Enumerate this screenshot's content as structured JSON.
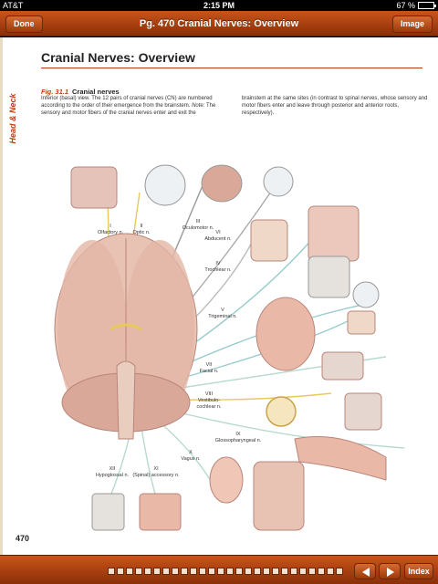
{
  "status": {
    "carrier": "AT&T",
    "time": "2:15 PM",
    "battery": "67 %",
    "battery_level": 0.67
  },
  "topbar": {
    "done_label": "Done",
    "title": "Pg. 470 Cranial Nerves: Overview",
    "image_label": "Image"
  },
  "page": {
    "side_tab": "Head & Neck",
    "heading": "Cranial Nerves: Overview",
    "figure_number": "Fig. 31.1",
    "figure_title": "Cranial nerves",
    "caption_a": "Inferior (basal) view. The 12 pairs of cranial nerves (CN) are numbered according to the order of their emergence from the brainstem.",
    "caption_note": "Note:",
    "caption_b": "The sensory and motor fibers of the cranial nerves enter and exit the",
    "caption_c": "brainstem at the same sites (in contrast to spinal nerves, whose sensory and motor fibers enter and leave through posterior and anterior roots, respectively).",
    "page_number": "470"
  },
  "nerves": {
    "n1": {
      "num": "I",
      "name": "Olfactory n."
    },
    "n2": {
      "num": "II",
      "name": "Optic n."
    },
    "n3": {
      "num": "III",
      "name": "Oculomotor n."
    },
    "n6": {
      "num": "VI",
      "name": "Abducent n."
    },
    "n4": {
      "num": "IV",
      "name": "Trochlear n."
    },
    "n5": {
      "num": "V",
      "name": "Trigeminal n."
    },
    "n7": {
      "num": "VII",
      "name": "Facial n."
    },
    "n8": {
      "num": "VIII",
      "name1": "Vestibulo-",
      "name2": "cochlear n."
    },
    "n9": {
      "num": "IX",
      "name": "Glossopharyngeal n."
    },
    "n10": {
      "num": "X",
      "name": "Vagus n."
    },
    "n12": {
      "num": "XII",
      "name": "Hypoglossal n."
    },
    "n11": {
      "num": "XI",
      "name": "(Spinal) accessory n."
    }
  },
  "bottombar": {
    "index_label": "Index"
  }
}
